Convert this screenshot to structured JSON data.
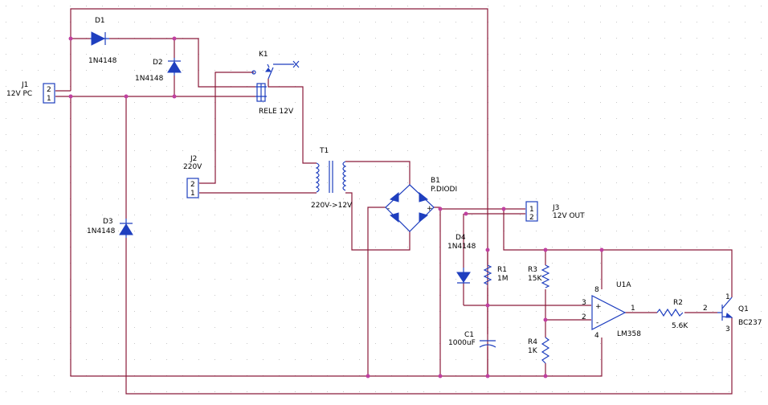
{
  "colors": {
    "wire": "#8b1a3a",
    "component": "#1f3fbf",
    "junction": "#c040a0",
    "grid": "#c8c8c8",
    "background": "#ffffff"
  },
  "components": {
    "D1": {
      "ref": "D1",
      "value": "1N4148"
    },
    "D2": {
      "ref": "D2",
      "value": "1N4148"
    },
    "D3": {
      "ref": "D3",
      "value": "1N4148"
    },
    "D4": {
      "ref": "D4",
      "value": "1N4148"
    },
    "J1": {
      "ref": "J1",
      "value": "12V PC",
      "pin1": "1",
      "pin2": "2"
    },
    "J2": {
      "ref": "J2",
      "value": "220V",
      "pin1": "1",
      "pin2": "2"
    },
    "J3": {
      "ref": "J3",
      "value": "12V OUT",
      "pin1": "1",
      "pin2": "2"
    },
    "K1": {
      "ref": "K1",
      "value": "RELE 12V"
    },
    "T1": {
      "ref": "T1",
      "value": "220V->12V"
    },
    "B1": {
      "ref": "B1",
      "value": "P.DIODI",
      "plus": "+",
      "minus": "-"
    },
    "R1": {
      "ref": "R1",
      "value": "1M"
    },
    "R2": {
      "ref": "R2",
      "value": "5.6K"
    },
    "R3": {
      "ref": "R3",
      "value": "15K"
    },
    "R4": {
      "ref": "R4",
      "value": "1K"
    },
    "C1": {
      "ref": "C1",
      "value": "1000uF"
    },
    "U1A": {
      "ref": "U1A",
      "value": "LM358",
      "pin_in_plus": "3",
      "pin_in_minus": "2",
      "pin_out": "1",
      "pin_vcc": "8",
      "pin_gnd": "4",
      "plus": "+",
      "minus": "-"
    },
    "Q1": {
      "ref": "Q1",
      "value": "BC237",
      "pin_b": "2",
      "pin_c": "1",
      "pin_e": "3"
    }
  }
}
